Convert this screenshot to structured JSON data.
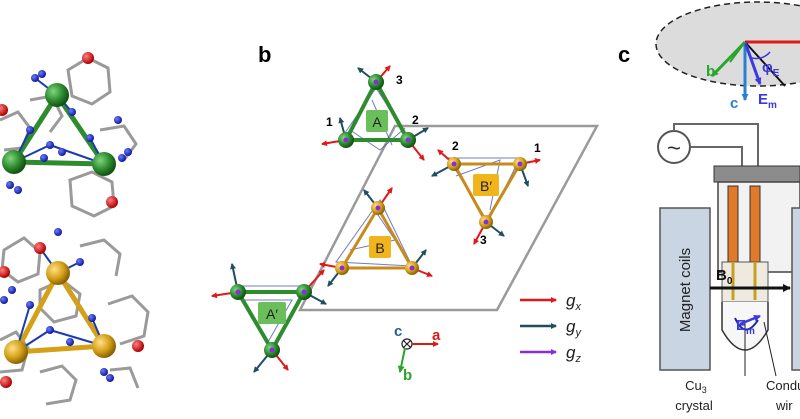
{
  "panel_b": {
    "letter": "b",
    "triangles": {
      "A": "A",
      "A_prime": "A′",
      "B": "B",
      "B_prime": "B′"
    },
    "site_labels": [
      "1",
      "2",
      "3"
    ],
    "axes": {
      "c": "c",
      "a": "a",
      "b": "b"
    },
    "legend": [
      {
        "key": "g",
        "sub": "x",
        "color": "#e01818"
      },
      {
        "key": "g",
        "sub": "y",
        "color": "#1f4e5f"
      },
      {
        "key": "g",
        "sub": "z",
        "color": "#8a2be2"
      }
    ]
  },
  "panel_c": {
    "letter": "c",
    "axes": {
      "b": "b",
      "c": "c"
    },
    "phi_label": "φ",
    "phi_sub": "E",
    "em_label": "E",
    "em_sub": "m",
    "ac_source": "~",
    "magnet_coils": "Magnet coils",
    "b0_label": "B",
    "b0_sub": "0",
    "em_bottom": "E",
    "em_bottom_sub": "m",
    "crystal_line1": "Cu",
    "crystal_sub": "3",
    "crystal_line2": "crystal",
    "wire_line1": "Condu",
    "wire_line2": "wir"
  },
  "colors": {
    "cu_green": "#2e8b2e",
    "cu_gold": "#d4a017",
    "box_green": "#6bbf5a",
    "box_gold": "#f0b41c",
    "x_red": "#e01818",
    "y_dark": "#1f4e5f",
    "z_purple": "#8a2be2",
    "cell_gray": "#9a9a9a"
  }
}
